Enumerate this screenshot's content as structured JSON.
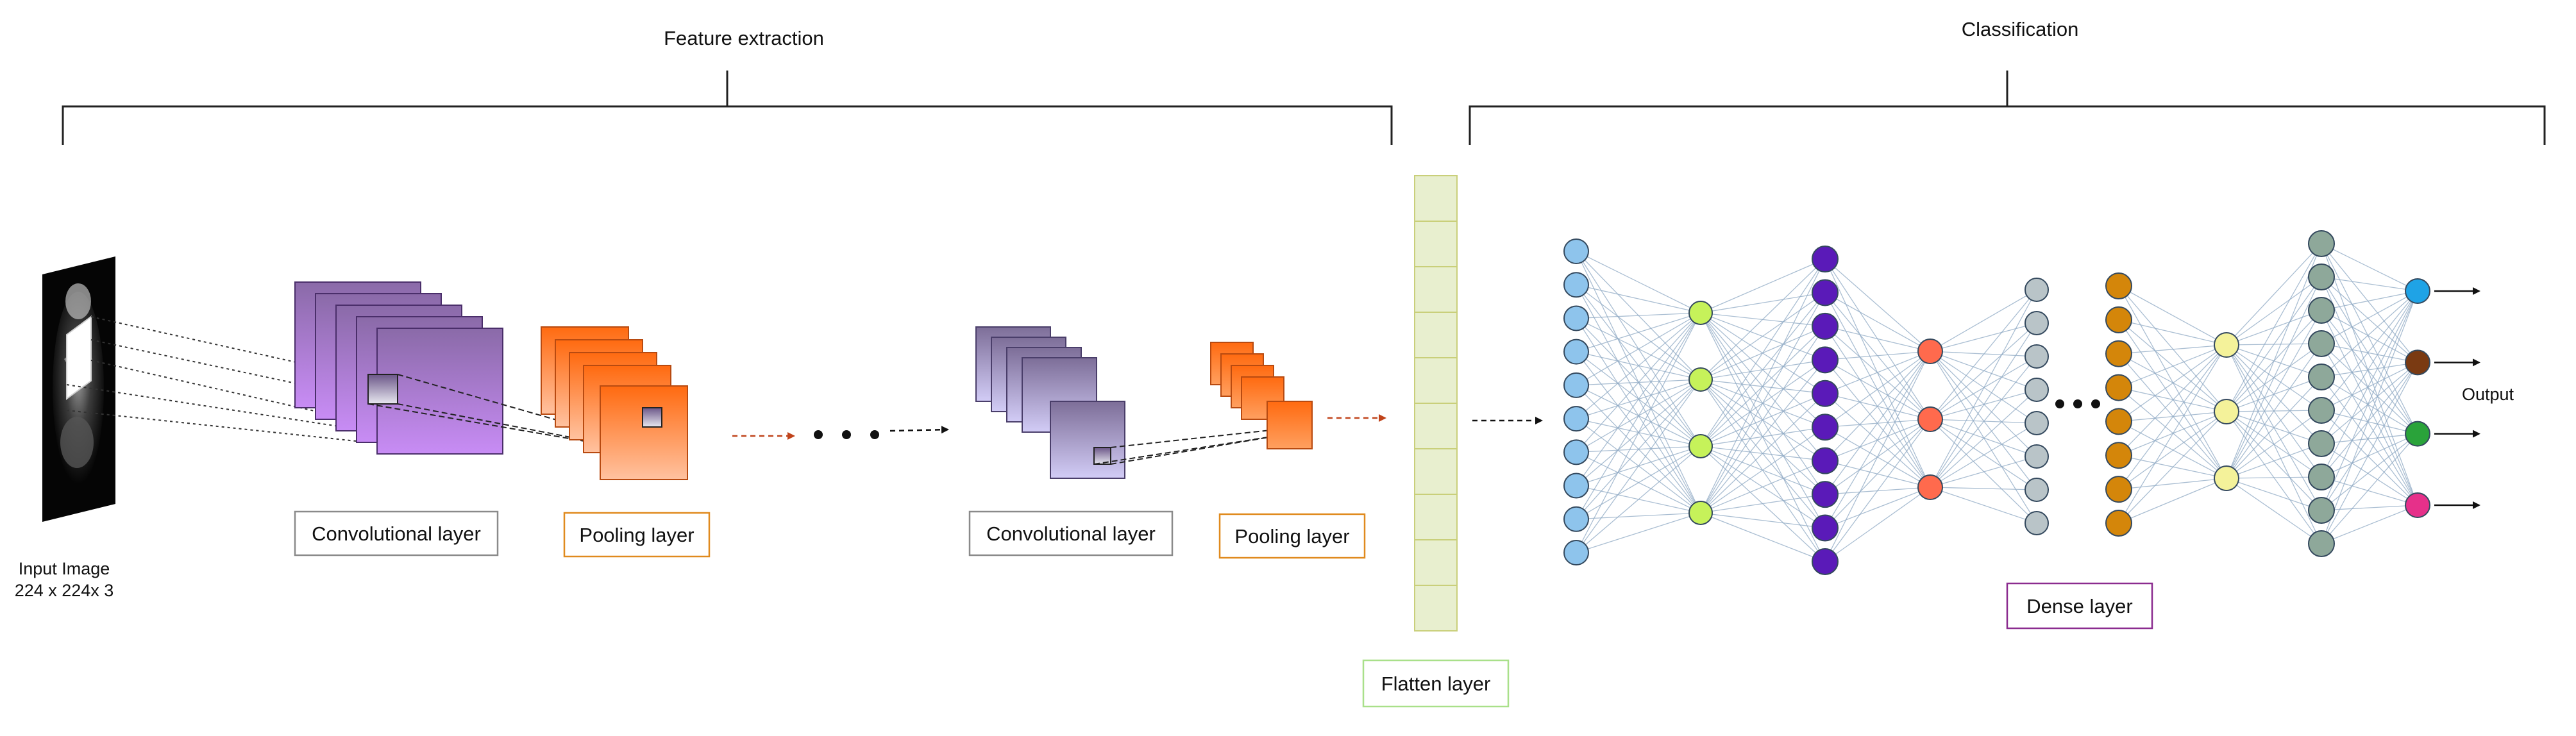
{
  "sections": {
    "feature_extraction": "Feature extraction",
    "classification": "Classification"
  },
  "input": {
    "title": "Input Image",
    "size": "224 x 224x 3"
  },
  "labels": {
    "conv1": "Convolutional layer",
    "pool1": "Pooling layer",
    "conv2": "Convolutional layer",
    "pool2": "Pooling layer",
    "flatten": "Flatten layer",
    "dense": "Dense layer",
    "output": "Output"
  },
  "colors": {
    "conv": "#b57ce6",
    "pool": "#ff6a13",
    "conv_small": "#c9c2f0",
    "flatten": "#e8efcf",
    "flatten_border": "#c9cf7a",
    "conv_label_border": "#8a8a8a",
    "pool_label_border": "#e08a1e",
    "flatten_label_border": "#a9e08a",
    "dense_label_border": "#8b2c8f",
    "dashed_arrow": "#c0431a"
  },
  "network": {
    "layer_counts": [
      10,
      4,
      10,
      3,
      8,
      8,
      3,
      10,
      4
    ],
    "layer_colors": [
      "#8ec4ec",
      "#c6f25a",
      "#5a1ab8",
      "#ff6a4d",
      "#b9c4c8",
      "#d4860a",
      "#f4f29a",
      "#8ea89a",
      "#multi"
    ],
    "output_colors": [
      "#1fa3e6",
      "#7a3a12",
      "#2aa33a",
      "#e6308a"
    ]
  }
}
